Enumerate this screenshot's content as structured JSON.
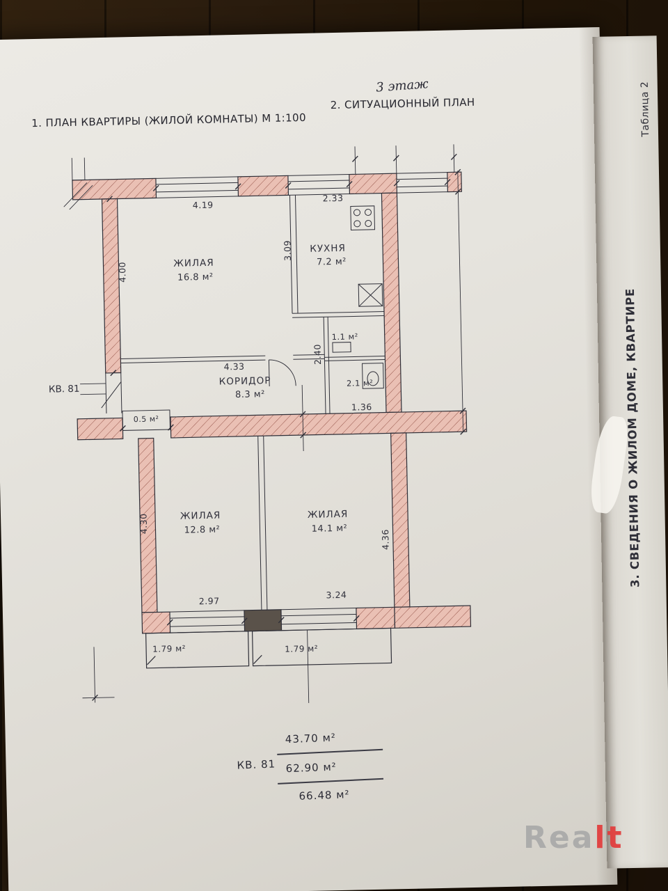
{
  "headings": {
    "plan_title": "1. ПЛАН КВАРТИРЫ (ЖИЛОЙ КОМНАТЫ) М 1:100",
    "floor_note": "3 этаж",
    "situation_title": "2. СИТУАЦИОННЫЙ ПЛАН"
  },
  "sidebar": {
    "table_label": "Таблица 2",
    "section_title": "3. СВЕДЕНИЯ О ЖИЛОМ ДОМЕ, КВАРТИРЕ"
  },
  "plan": {
    "apartment_label": "КВ. 81",
    "rooms": {
      "living1": {
        "name": "ЖИЛАЯ",
        "area": "16.8 м²"
      },
      "kitchen": {
        "name": "КУХНЯ",
        "area": "7.2 м²"
      },
      "corridor": {
        "name": "КОРИДОР",
        "area": "8.3 м²"
      },
      "living2": {
        "name": "ЖИЛАЯ",
        "area": "12.8 м²"
      },
      "living3": {
        "name": "ЖИЛАЯ",
        "area": "14.1 м²"
      },
      "bath": {
        "area": "1.1 м²"
      },
      "wc": {
        "area": "2.1 м²"
      },
      "lobby": {
        "area": "0.5 м²"
      },
      "balcony_left": {
        "area": "1.79 м²"
      },
      "balcony_right": {
        "area": "1.79 м²"
      }
    },
    "dimensions": {
      "top_window_left": "4.19",
      "top_window_right": "2.33",
      "kitchen_depth": "3.09",
      "living1_depth": "4.00",
      "corridor_width": "4.33",
      "wc_depth": "2.40",
      "wc_width": "1.36",
      "living2_depth": "4.30",
      "living3_depth": "4.36",
      "living2_width": "2.97",
      "living3_width": "3.24"
    }
  },
  "summary": {
    "apartment_label": "КВ. 81",
    "line1": "43.70 м²",
    "line2": "62.90 м²",
    "line3": "66.48 м²"
  },
  "watermark": {
    "gray": "Rea",
    "red": "lt"
  },
  "colors": {
    "ink": "#2f2f38",
    "wall": "#eac0b4",
    "accent_red": "#e23b3b"
  }
}
